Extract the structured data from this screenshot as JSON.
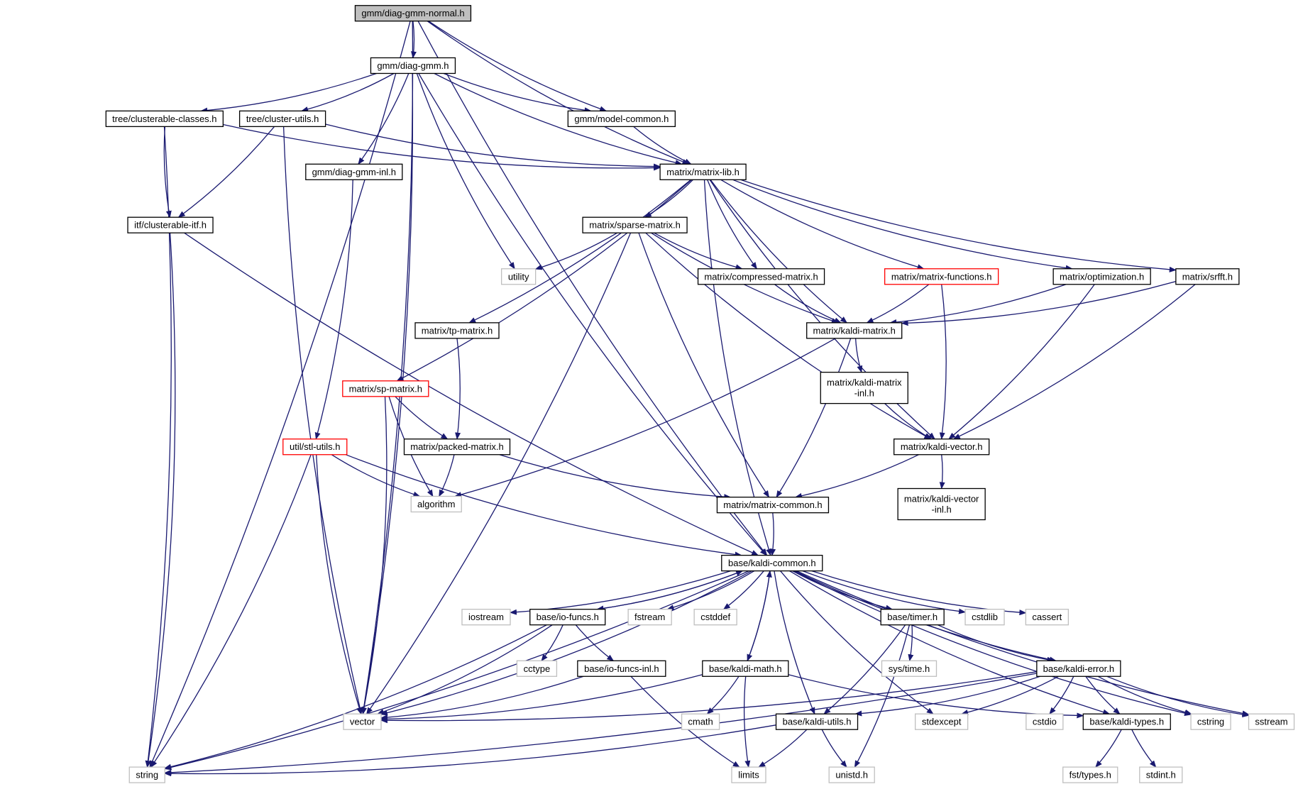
{
  "colors": {
    "edge": "#191970",
    "root_fill": "#bfbfbf",
    "normal_border": "#000000",
    "truncated_border": "#ff0000",
    "external_border": "#bfbfbf"
  },
  "nodes": [
    {
      "id": "root",
      "label": "gmm/diag-gmm-normal.h",
      "kind": "root"
    },
    {
      "id": "diaggmm",
      "label": "gmm/diag-gmm.h",
      "kind": "normal"
    },
    {
      "id": "clusterable_classes",
      "label": "tree/clusterable-classes.h",
      "kind": "normal"
    },
    {
      "id": "cluster_utils",
      "label": "tree/cluster-utils.h",
      "kind": "normal"
    },
    {
      "id": "model_common",
      "label": "gmm/model-common.h",
      "kind": "normal"
    },
    {
      "id": "diaggmm_inl",
      "label": "gmm/diag-gmm-inl.h",
      "kind": "normal"
    },
    {
      "id": "matrix_lib",
      "label": "matrix/matrix-lib.h",
      "kind": "normal"
    },
    {
      "id": "clusterable_itf",
      "label": "itf/clusterable-itf.h",
      "kind": "normal"
    },
    {
      "id": "sparse_matrix",
      "label": "matrix/sparse-matrix.h",
      "kind": "normal"
    },
    {
      "id": "utility",
      "label": "utility",
      "kind": "external"
    },
    {
      "id": "compressed_matrix",
      "label": "matrix/compressed-matrix.h",
      "kind": "normal"
    },
    {
      "id": "matrix_functions",
      "label": "matrix/matrix-functions.h",
      "kind": "truncated"
    },
    {
      "id": "optimization",
      "label": "matrix/optimization.h",
      "kind": "normal"
    },
    {
      "id": "srfft",
      "label": "matrix/srfft.h",
      "kind": "normal"
    },
    {
      "id": "tp_matrix",
      "label": "matrix/tp-matrix.h",
      "kind": "normal"
    },
    {
      "id": "kaldi_matrix",
      "label": "matrix/kaldi-matrix.h",
      "kind": "normal"
    },
    {
      "id": "kaldi_matrix_inl",
      "label": [
        "matrix/kaldi-matrix",
        "-inl.h"
      ],
      "kind": "normal"
    },
    {
      "id": "sp_matrix",
      "label": "matrix/sp-matrix.h",
      "kind": "truncated"
    },
    {
      "id": "stl_utils",
      "label": "util/stl-utils.h",
      "kind": "truncated"
    },
    {
      "id": "packed_matrix",
      "label": "matrix/packed-matrix.h",
      "kind": "normal"
    },
    {
      "id": "kaldi_vector",
      "label": "matrix/kaldi-vector.h",
      "kind": "normal"
    },
    {
      "id": "algorithm",
      "label": "algorithm",
      "kind": "external"
    },
    {
      "id": "matrix_common",
      "label": "matrix/matrix-common.h",
      "kind": "normal"
    },
    {
      "id": "kaldi_vector_inl",
      "label": [
        "matrix/kaldi-vector",
        "-inl.h"
      ],
      "kind": "normal"
    },
    {
      "id": "kaldi_common",
      "label": "base/kaldi-common.h",
      "kind": "normal"
    },
    {
      "id": "iostream",
      "label": "iostream",
      "kind": "external"
    },
    {
      "id": "io_funcs",
      "label": "base/io-funcs.h",
      "kind": "normal"
    },
    {
      "id": "fstream",
      "label": "fstream",
      "kind": "external"
    },
    {
      "id": "cstddef",
      "label": "cstddef",
      "kind": "external"
    },
    {
      "id": "timer",
      "label": "base/timer.h",
      "kind": "normal"
    },
    {
      "id": "cstdlib",
      "label": "cstdlib",
      "kind": "external"
    },
    {
      "id": "cassert",
      "label": "cassert",
      "kind": "external"
    },
    {
      "id": "cctype",
      "label": "cctype",
      "kind": "external"
    },
    {
      "id": "io_funcs_inl",
      "label": "base/io-funcs-inl.h",
      "kind": "normal"
    },
    {
      "id": "kaldi_math",
      "label": "base/kaldi-math.h",
      "kind": "normal"
    },
    {
      "id": "sys_time",
      "label": "sys/time.h",
      "kind": "external"
    },
    {
      "id": "kaldi_error",
      "label": "base/kaldi-error.h",
      "kind": "normal"
    },
    {
      "id": "vector",
      "label": "vector",
      "kind": "external"
    },
    {
      "id": "cmath",
      "label": "cmath",
      "kind": "external"
    },
    {
      "id": "kaldi_utils",
      "label": "base/kaldi-utils.h",
      "kind": "normal"
    },
    {
      "id": "stdexcept",
      "label": "stdexcept",
      "kind": "external"
    },
    {
      "id": "cstdio",
      "label": "cstdio",
      "kind": "external"
    },
    {
      "id": "kaldi_types",
      "label": "base/kaldi-types.h",
      "kind": "normal"
    },
    {
      "id": "cstring",
      "label": "cstring",
      "kind": "external"
    },
    {
      "id": "sstream",
      "label": "sstream",
      "kind": "external"
    },
    {
      "id": "string",
      "label": "string",
      "kind": "external"
    },
    {
      "id": "limits",
      "label": "limits",
      "kind": "external"
    },
    {
      "id": "unistd",
      "label": "unistd.h",
      "kind": "external"
    },
    {
      "id": "fst_types",
      "label": "fst/types.h",
      "kind": "external"
    },
    {
      "id": "stdint",
      "label": "stdint.h",
      "kind": "external"
    }
  ],
  "edges": [
    [
      "root",
      "diaggmm"
    ],
    [
      "root",
      "model_common"
    ],
    [
      "root",
      "matrix_lib"
    ],
    [
      "root",
      "kaldi_common"
    ],
    [
      "root",
      "vector"
    ],
    [
      "root",
      "string"
    ],
    [
      "diaggmm",
      "clusterable_classes"
    ],
    [
      "diaggmm",
      "cluster_utils"
    ],
    [
      "diaggmm",
      "model_common"
    ],
    [
      "diaggmm",
      "diaggmm_inl"
    ],
    [
      "diaggmm",
      "matrix_lib"
    ],
    [
      "diaggmm",
      "utility"
    ],
    [
      "diaggmm",
      "kaldi_common"
    ],
    [
      "diaggmm",
      "vector"
    ],
    [
      "clusterable_classes",
      "matrix_lib"
    ],
    [
      "clusterable_classes",
      "clusterable_itf"
    ],
    [
      "clusterable_classes",
      "string"
    ],
    [
      "cluster_utils",
      "matrix_lib"
    ],
    [
      "cluster_utils",
      "clusterable_itf"
    ],
    [
      "cluster_utils",
      "vector"
    ],
    [
      "model_common",
      "matrix_lib"
    ],
    [
      "diaggmm_inl",
      "stl_utils"
    ],
    [
      "clusterable_itf",
      "kaldi_common"
    ],
    [
      "clusterable_itf",
      "string"
    ],
    [
      "matrix_lib",
      "sparse_matrix"
    ],
    [
      "matrix_lib",
      "compressed_matrix"
    ],
    [
      "matrix_lib",
      "matrix_functions"
    ],
    [
      "matrix_lib",
      "optimization"
    ],
    [
      "matrix_lib",
      "srfft"
    ],
    [
      "matrix_lib",
      "tp_matrix"
    ],
    [
      "matrix_lib",
      "kaldi_matrix"
    ],
    [
      "matrix_lib",
      "sp_matrix"
    ],
    [
      "matrix_lib",
      "kaldi_vector"
    ],
    [
      "matrix_lib",
      "kaldi_common"
    ],
    [
      "sparse_matrix",
      "utility"
    ],
    [
      "sparse_matrix",
      "compressed_matrix"
    ],
    [
      "sparse_matrix",
      "kaldi_matrix"
    ],
    [
      "sparse_matrix",
      "kaldi_vector"
    ],
    [
      "sparse_matrix",
      "matrix_common"
    ],
    [
      "sparse_matrix",
      "vector"
    ],
    [
      "compressed_matrix",
      "kaldi_matrix"
    ],
    [
      "matrix_functions",
      "kaldi_matrix"
    ],
    [
      "matrix_functions",
      "kaldi_vector"
    ],
    [
      "optimization",
      "kaldi_matrix"
    ],
    [
      "optimization",
      "kaldi_vector"
    ],
    [
      "srfft",
      "kaldi_matrix"
    ],
    [
      "srfft",
      "kaldi_vector"
    ],
    [
      "tp_matrix",
      "packed_matrix"
    ],
    [
      "kaldi_matrix",
      "kaldi_matrix_inl"
    ],
    [
      "kaldi_matrix",
      "matrix_common"
    ],
    [
      "kaldi_matrix",
      "algorithm"
    ],
    [
      "kaldi_matrix_inl",
      "kaldi_vector"
    ],
    [
      "sp_matrix",
      "packed_matrix"
    ],
    [
      "sp_matrix",
      "algorithm"
    ],
    [
      "sp_matrix",
      "vector"
    ],
    [
      "stl_utils",
      "algorithm"
    ],
    [
      "stl_utils",
      "kaldi_common"
    ],
    [
      "stl_utils",
      "vector"
    ],
    [
      "stl_utils",
      "string"
    ],
    [
      "packed_matrix",
      "algorithm"
    ],
    [
      "packed_matrix",
      "matrix_common"
    ],
    [
      "kaldi_vector",
      "matrix_common"
    ],
    [
      "kaldi_vector",
      "kaldi_vector_inl"
    ],
    [
      "matrix_common",
      "kaldi_common"
    ],
    [
      "kaldi_common",
      "iostream"
    ],
    [
      "kaldi_common",
      "io_funcs"
    ],
    [
      "kaldi_common",
      "fstream"
    ],
    [
      "kaldi_common",
      "cstddef"
    ],
    [
      "kaldi_common",
      "timer"
    ],
    [
      "kaldi_common",
      "cstdlib"
    ],
    [
      "kaldi_common",
      "cassert"
    ],
    [
      "kaldi_common",
      "kaldi_math"
    ],
    [
      "kaldi_common",
      "kaldi_error"
    ],
    [
      "kaldi_common",
      "vector"
    ],
    [
      "kaldi_common",
      "string"
    ],
    [
      "kaldi_common",
      "kaldi_utils"
    ],
    [
      "kaldi_common",
      "stdexcept"
    ],
    [
      "kaldi_common",
      "kaldi_types"
    ],
    [
      "kaldi_common",
      "cstring"
    ],
    [
      "kaldi_common",
      "sstream"
    ],
    [
      "io_funcs",
      "kaldi_common"
    ],
    [
      "io_funcs",
      "cctype"
    ],
    [
      "io_funcs",
      "io_funcs_inl"
    ],
    [
      "io_funcs",
      "vector"
    ],
    [
      "io_funcs",
      "string"
    ],
    [
      "io_funcs_inl",
      "vector"
    ],
    [
      "io_funcs_inl",
      "limits"
    ],
    [
      "kaldi_math",
      "kaldi_common"
    ],
    [
      "kaldi_math",
      "cmath"
    ],
    [
      "kaldi_math",
      "limits"
    ],
    [
      "kaldi_math",
      "vector"
    ],
    [
      "kaldi_math",
      "kaldi_types"
    ],
    [
      "timer",
      "sys_time"
    ],
    [
      "timer",
      "kaldi_error"
    ],
    [
      "timer",
      "kaldi_utils"
    ],
    [
      "timer",
      "unistd"
    ],
    [
      "kaldi_error",
      "kaldi_utils"
    ],
    [
      "kaldi_error",
      "stdexcept"
    ],
    [
      "kaldi_error",
      "cstdio"
    ],
    [
      "kaldi_error",
      "kaldi_types"
    ],
    [
      "kaldi_error",
      "cstring"
    ],
    [
      "kaldi_error",
      "sstream"
    ],
    [
      "kaldi_error",
      "vector"
    ],
    [
      "kaldi_error",
      "string"
    ],
    [
      "kaldi_utils",
      "string"
    ],
    [
      "kaldi_utils",
      "limits"
    ],
    [
      "kaldi_utils",
      "unistd"
    ],
    [
      "kaldi_types",
      "fst_types"
    ],
    [
      "kaldi_types",
      "stdint"
    ]
  ]
}
